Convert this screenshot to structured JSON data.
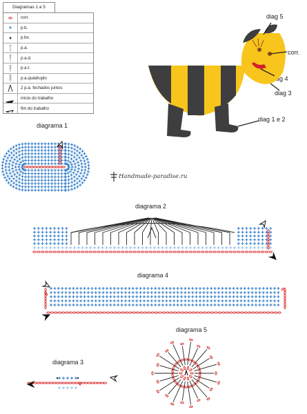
{
  "legend": {
    "title": "Diagramas 1 a 5",
    "items": [
      {
        "symbol": "ch",
        "label": "corr."
      },
      {
        "symbol": "sc",
        "label": "p.b."
      },
      {
        "symbol": "sl",
        "label": "p.bx."
      },
      {
        "symbol": "hdc",
        "label": "p.a."
      },
      {
        "symbol": "dc",
        "label": "p.a.d."
      },
      {
        "symbol": "tr",
        "label": "p.a.t."
      },
      {
        "symbol": "quad",
        "label": "p.a.quádruplo"
      },
      {
        "symbol": "dec",
        "label": "2 p.a. fechados juntos"
      },
      {
        "symbol": "start",
        "label": "início do trabalho"
      },
      {
        "symbol": "end",
        "label": "fim do trabalho"
      }
    ]
  },
  "bee": {
    "labels": {
      "diag5": "diag 5",
      "corr": "corr.",
      "diag4": "diag 4",
      "diag3": "diag 3",
      "diag12": "diag 1 e 2"
    },
    "colors": {
      "yellow": "#f8c51c",
      "dark": "#3e3e40",
      "mouth": "#d4202a",
      "eye": "#8a4a1c"
    }
  },
  "diagrams": {
    "d1": "diagrama 1",
    "d2": "diagrama 2",
    "d3": "diagrama 3",
    "d4": "diagrama 4",
    "d5": "diagrama 5"
  },
  "watermark": "Handmade-paradise.ru",
  "colors": {
    "chain": "#d42020",
    "sc": "#2a78c8",
    "dc": "#222222",
    "light": "#8cbde8"
  }
}
